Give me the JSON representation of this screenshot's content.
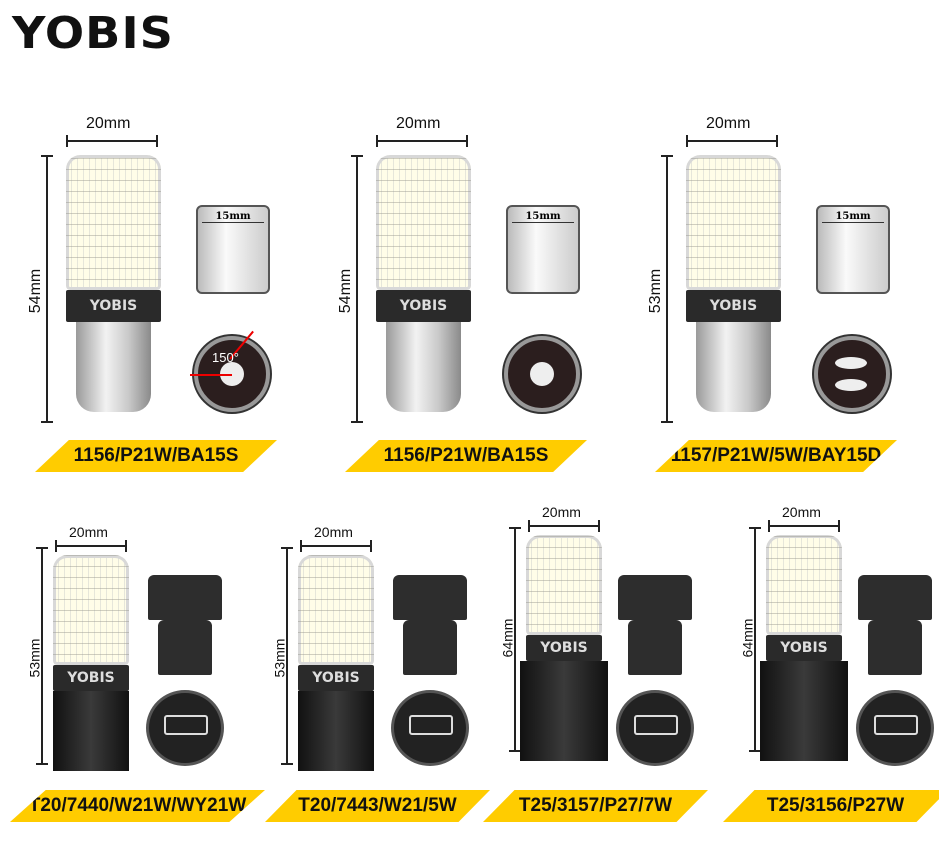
{
  "logo": "YOBIS",
  "collar_text": "YOBIS",
  "products": [
    {
      "label": "1156/P21W/BA15S",
      "width": "20mm",
      "height": "54mm",
      "base_width": "15mm",
      "angle": "150°",
      "type": "ba15s"
    },
    {
      "label": "1156/P21W/BA15S",
      "width": "20mm",
      "height": "54mm",
      "base_width": "15mm",
      "type": "ba15s"
    },
    {
      "label": "1157/P21W/5W/BAY15D",
      "width": "20mm",
      "height": "53mm",
      "base_width": "15mm",
      "type": "bay15d"
    },
    {
      "label": "T20/7440/W21W/WY21W",
      "width": "20mm",
      "height": "53mm",
      "type": "t20"
    },
    {
      "label": "T20/7443/W21/5W",
      "width": "20mm",
      "height": "53mm",
      "type": "t20"
    },
    {
      "label": "T25/3157/P27/7W",
      "width": "20mm",
      "height": "64mm",
      "type": "t25"
    },
    {
      "label": "T25/3156/P27W",
      "width": "20mm",
      "height": "64mm",
      "type": "t25"
    }
  ]
}
